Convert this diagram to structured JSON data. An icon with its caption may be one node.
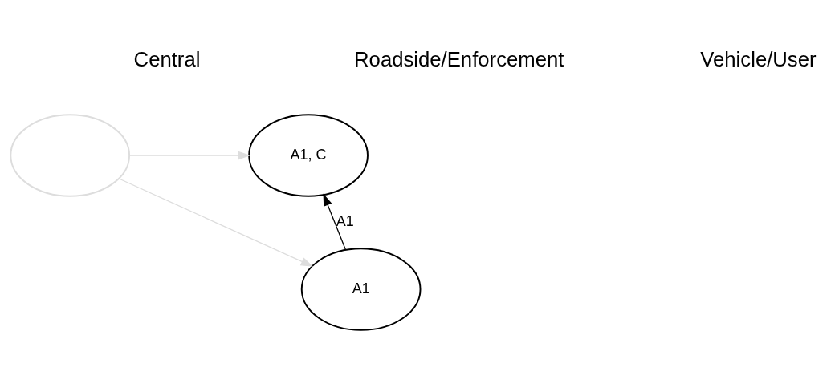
{
  "diagram": {
    "nodes": [
      {
        "text": [
          "A1, C"
        ]
      },
      {
        "text": [
          "A1"
        ]
      },
      {
        "text": [],
        "shape": "ellipse"
      }
    ],
    "edges": [
      {
        "from": 2,
        "to": 0,
        "arrow": "to",
        "color": "#dddddd"
      },
      {
        "from": 2,
        "to": 1,
        "arrow": "to",
        "color": "#dddddd"
      },
      {
        "from": 1,
        "to": 0,
        "arrow": "to",
        "label": "A1",
        "color": "#000000"
      }
    ],
    "labels": [
      "Central",
      "Roadside/Enforcement",
      "Vehicle/User"
    ]
  }
}
